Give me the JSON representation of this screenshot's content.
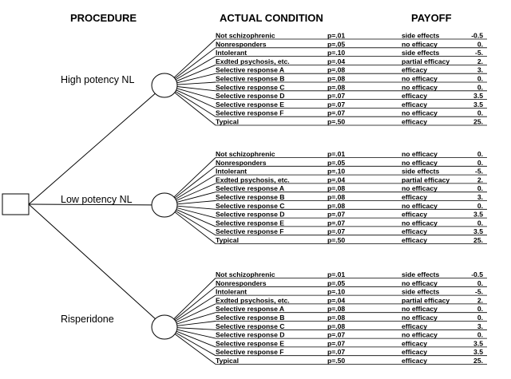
{
  "headers": {
    "procedure": "PROCEDURE",
    "condition": "ACTUAL CONDITION",
    "payoff": "PAYOFF"
  },
  "procedures": [
    {
      "label": "High potency NL",
      "outcomes": [
        {
          "condition": "Not schizophrenic",
          "prob": "p=.01",
          "effect": "side effects",
          "payoff": "-0.5"
        },
        {
          "condition": "Nonresponders",
          "prob": "p=.05",
          "effect": "no efficacy",
          "payoff": "0."
        },
        {
          "condition": "Intolerant",
          "prob": "p=.10",
          "effect": "side effects",
          "payoff": "-5."
        },
        {
          "condition": "Exdted psychosis, etc.",
          "prob": "p=.04",
          "effect": "partial efficacy",
          "payoff": "2."
        },
        {
          "condition": "Selective response A",
          "prob": "p=.08",
          "effect": "efficacy",
          "payoff": "3."
        },
        {
          "condition": "Selective response B",
          "prob": "p=.08",
          "effect": "no efficacy",
          "payoff": "0."
        },
        {
          "condition": "Selective response C",
          "prob": "p=.08",
          "effect": "no efficacy",
          "payoff": "0."
        },
        {
          "condition": "Selective response D",
          "prob": "p=.07",
          "effect": "efficacy",
          "payoff": "3.5"
        },
        {
          "condition": "Selective response E",
          "prob": "p=.07",
          "effect": "efficacy",
          "payoff": "3.5"
        },
        {
          "condition": "Selective response F",
          "prob": "p=.07",
          "effect": "no efficacy",
          "payoff": "0."
        },
        {
          "condition": "Typical",
          "prob": "p=.50",
          "effect": "efficacy",
          "payoff": "25."
        }
      ]
    },
    {
      "label": "Low potency NL",
      "outcomes": [
        {
          "condition": "Not schizophrenic",
          "prob": "p=.01",
          "effect": "no efficacy",
          "payoff": "0."
        },
        {
          "condition": "Nonresponders",
          "prob": "p=.05",
          "effect": "no efficacy",
          "payoff": "0."
        },
        {
          "condition": "Intolerant",
          "prob": "p=.10",
          "effect": "side effects",
          "payoff": "-5."
        },
        {
          "condition": "Exdted psychosis, etc.",
          "prob": "p=.04",
          "effect": "partial efficacy",
          "payoff": "2."
        },
        {
          "condition": "Selective response A",
          "prob": "p=.08",
          "effect": "no efficacy",
          "payoff": "0."
        },
        {
          "condition": "Selective response B",
          "prob": "p=.08",
          "effect": "efficacy",
          "payoff": "3."
        },
        {
          "condition": "Selective response C",
          "prob": "p=.08",
          "effect": "no efficacy",
          "payoff": "0."
        },
        {
          "condition": "Selective response D",
          "prob": "p=.07",
          "effect": "efficacy",
          "payoff": "3.5"
        },
        {
          "condition": "Selective response E",
          "prob": "p=.07",
          "effect": "no efficacy",
          "payoff": "0."
        },
        {
          "condition": "Selective response F",
          "prob": "p=.07",
          "effect": "efficacy",
          "payoff": "3.5"
        },
        {
          "condition": "Typical",
          "prob": "p=.50",
          "effect": "efficacy",
          "payoff": "25."
        }
      ]
    },
    {
      "label": "Risperidone",
      "outcomes": [
        {
          "condition": "Not schizophrenic",
          "prob": "p=.01",
          "effect": "side effects",
          "payoff": "-0.5"
        },
        {
          "condition": "Nonresponders",
          "prob": "p=.05",
          "effect": "no efficacy",
          "payoff": "0."
        },
        {
          "condition": "Intolerant",
          "prob": "p=.10",
          "effect": "side effects",
          "payoff": "-5."
        },
        {
          "condition": "Exdted psychosis, etc.",
          "prob": "p=.04",
          "effect": "partial efficacy",
          "payoff": "2."
        },
        {
          "condition": "Selective response A",
          "prob": "p=.08",
          "effect": "no efficacy",
          "payoff": "0."
        },
        {
          "condition": "Selective response B",
          "prob": "p=.08",
          "effect": "no efficacy",
          "payoff": "0."
        },
        {
          "condition": "Selective response C",
          "prob": "p=.08",
          "effect": "efficacy",
          "payoff": "3."
        },
        {
          "condition": "Selective response D",
          "prob": "p=.07",
          "effect": "no efficacy",
          "payoff": "0."
        },
        {
          "condition": "Selective response E",
          "prob": "p=.07",
          "effect": "efficacy",
          "payoff": "3.5"
        },
        {
          "condition": "Selective response F",
          "prob": "p=.07",
          "effect": "efficacy",
          "payoff": "3.5"
        },
        {
          "condition": "Typical",
          "prob": "p=.50",
          "effect": "efficacy",
          "payoff": "25."
        }
      ]
    }
  ]
}
